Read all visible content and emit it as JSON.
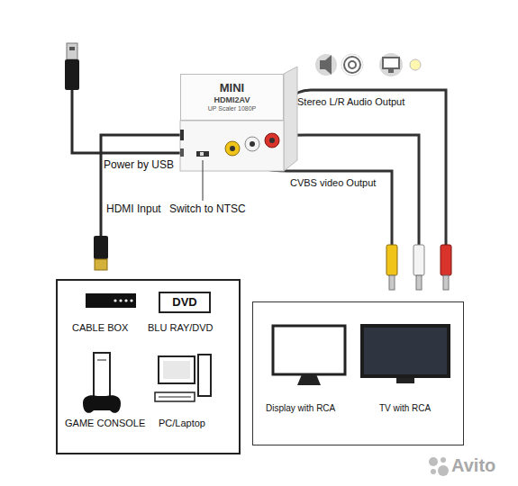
{
  "diagram": {
    "nodes": [
      {
        "text": [
          "MINI",
          "HDMI2AV",
          "UP Scaler 1080P"
        ]
      },
      {
        "text": [
          "CABLE BOX",
          "BLU RAY/DVD",
          "GAME CONSOLE",
          "PC/Laptop"
        ]
      },
      {
        "text": [
          "DVD"
        ],
        "in": 1
      },
      {
        "text": [
          "Display with RCA",
          "TV with RCA"
        ]
      }
    ],
    "labels": [
      "Power by USB",
      "HDMI Input",
      "Switch to NTSC",
      "Stereo L/R Audio Output",
      "CVBS video Output",
      "Avito"
    ]
  }
}
